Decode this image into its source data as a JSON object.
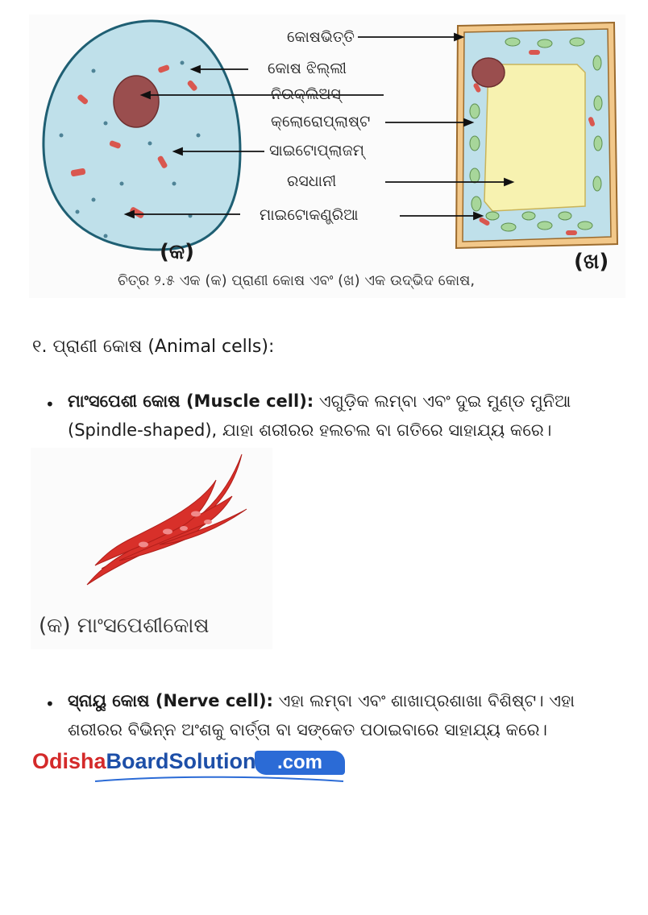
{
  "figure": {
    "labels": [
      "କୋଷଭିତ୍ତି",
      "କୋଷ ଝିଲ୍ଲୀ",
      "ନିଉକ୍ଲିଅସ୍",
      "କ୍ଲୋରୋପ୍ଲାଷ୍ଟ",
      "ସାଇଟୋପ୍ଲାଜମ୍",
      "ରସଧାନୀ",
      "ମାଇଟୋକଣ୍ଡ୍ରିଆ"
    ],
    "tag_a": "(କ)",
    "tag_b": "(ଖ)",
    "caption": "ଚିତ୍ର ୨.୫ ଏକ (କ) ପ୍ରାଣୀ କୋଷ ଏବଂ (ଖ) ଏକ ଉଦ୍ଭିଦ କୋଷ,"
  },
  "section": {
    "heading": "୧. ପ୍ରାଣୀ କୋଷ (Animal cells):"
  },
  "bullets": [
    {
      "term": "ମାଂସପେଶୀ କୋଷ (Muscle cell):",
      "text": " ଏଗୁଡ଼ିକ ଲମ୍ବା ଏବଂ ଦୁଇ ମୁଣ୍ଡ ମୁନିଆ (Spindle-shaped), ଯାହା ଶରୀରର ହଲଚଲ ବା ଗତିରେ ସାହାଯ୍ୟ କରେ।"
    },
    {
      "term": "ସ୍ନାୟୁ କୋଷ (Nerve cell):",
      "text": " ଏହା ଲମ୍ବା ଏବଂ ଶାଖାପ୍ରଶାଖା ବିଶିଷ୍ଟ। ଏହା ଶରୀରର ବିଭିନ୍ନ ଅଂଶକୁ ବାର୍ତ୍ତା ବା ସଙ୍କେତ ପଠାଇବାରେ ସାହାଯ୍ୟ କରେ।"
    }
  ],
  "muscle_figure": {
    "caption": "(କ) ମାଂସପେଶୀକୋଷ"
  },
  "watermark": {
    "odisha": "Odisha",
    "board": "BoardSolutions",
    "com": "com"
  },
  "colors": {
    "animal_cell_fill": "#bfe0ea",
    "animal_cell_border": "#1f5f73",
    "nucleus": "#9a4e4e",
    "plant_wall": "#f2c88a",
    "vacuole": "#f7f2b0",
    "chloroplast": "#a7d69a",
    "mitochondria": "#d9574f",
    "muscle": "#d8302a"
  }
}
